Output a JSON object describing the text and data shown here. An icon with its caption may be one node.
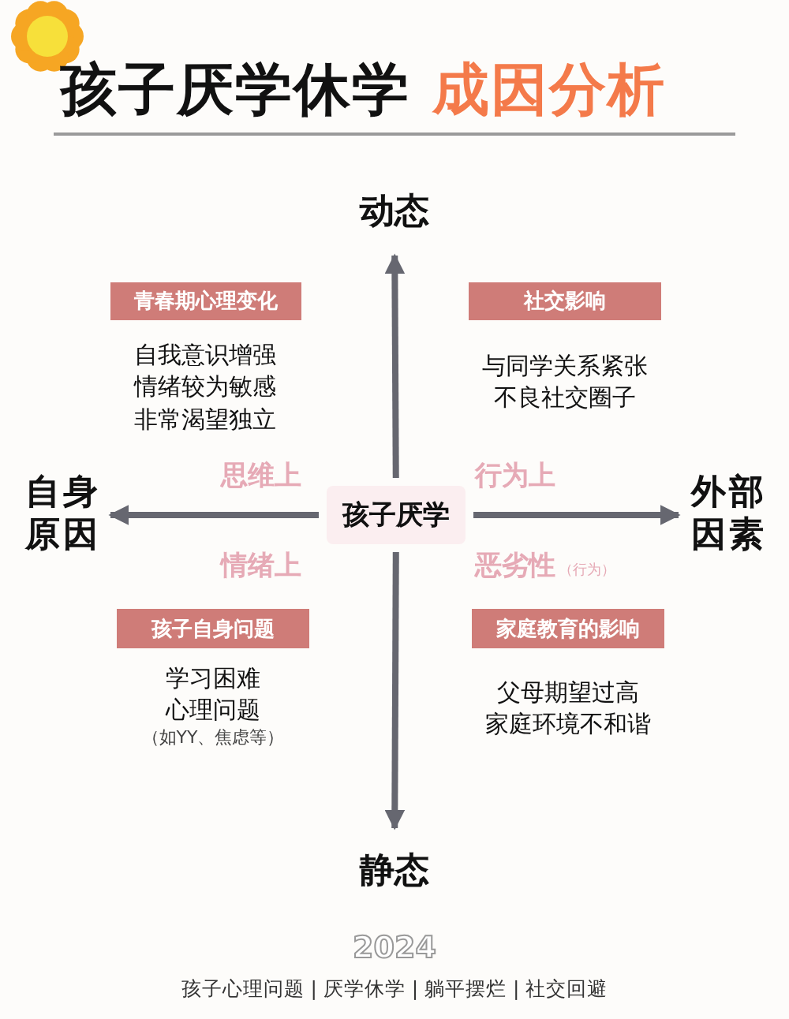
{
  "diagram": {
    "title": "孩子厌学休学",
    "nodes": [
      {
        "text": [
          "孩子厌学"
        ]
      },
      {
        "text": [
          "动态"
        ]
      },
      {
        "text": [
          "静态"
        ]
      },
      {
        "text": [
          "自身原因"
        ]
      },
      {
        "text": [
          "外部因素"
        ]
      },
      {
        "text": [
          "青春期心理变化"
        ],
        "beside": [
          "自我意识增强",
          "情绪较为敏感",
          "非常渴望独立"
        ]
      },
      {
        "text": [
          "社交影响"
        ],
        "beside": [
          "与同学关系紧张",
          "不良社交圈子"
        ]
      },
      {
        "text": [
          "孩子自身问题"
        ],
        "beside": [
          "学习困难",
          "心理问题",
          "（如YY、焦虑等）"
        ]
      },
      {
        "text": [
          "家庭教育的影响"
        ],
        "beside": [
          "父母期望过高",
          "家庭环境不和谐"
        ]
      }
    ],
    "edges": [
      {
        "from": 0,
        "to": 1,
        "arrow": "to"
      },
      {
        "from": 0,
        "to": 2,
        "arrow": "to"
      },
      {
        "from": 0,
        "to": 3,
        "arrow": "to"
      },
      {
        "from": 0,
        "to": 4,
        "arrow": "to"
      }
    ],
    "labels": [
      "成因分析",
      "思维上",
      "行为上",
      "情绪上",
      "恶劣性",
      "（行为）",
      "2024",
      "孩子心理问题 | 厌学休学 | 躺平摆烂 | 社交回避"
    ]
  }
}
